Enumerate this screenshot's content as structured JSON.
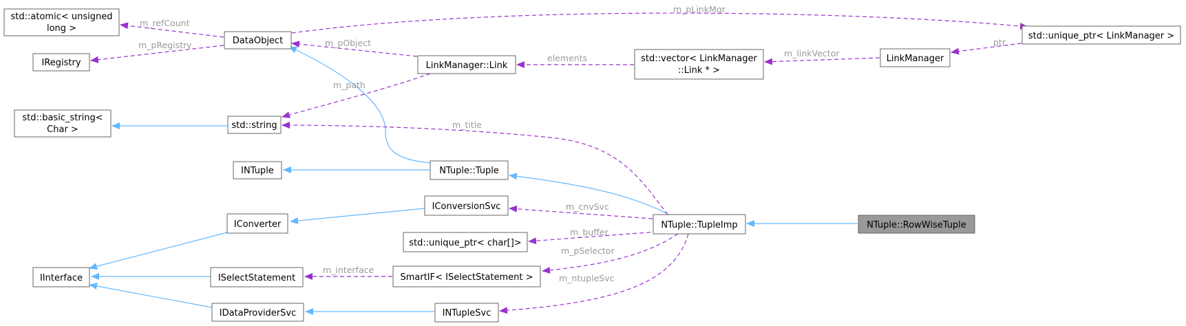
{
  "colors": {
    "inherit_edge": "#63b8ff",
    "usage_edge": "#9a32cd",
    "edge_label": "#9a9a9a",
    "node_border": "#666666",
    "focus_fill": "#999999"
  },
  "nodes": {
    "atomic": [
      "std::atomic< unsigned",
      "long >"
    ],
    "iregistry": [
      "IRegistry"
    ],
    "dataobject": [
      "DataObject"
    ],
    "basic_string": [
      "std::basic_string<",
      "Char >"
    ],
    "string": [
      "std::string"
    ],
    "intuple": [
      "INTuple"
    ],
    "iconverter": [
      "IConverter"
    ],
    "iinterface": [
      "IInterface"
    ],
    "iselectstatement": [
      "ISelectStatement"
    ],
    "idataprovidersvc": [
      "IDataProviderSvc"
    ],
    "linkmanager_link": [
      "LinkManager::Link"
    ],
    "ntuple_tuple": [
      "NTuple::Tuple"
    ],
    "iconversionsvc": [
      "IConversionSvc"
    ],
    "unique_ptr_char": [
      "std::unique_ptr< char[]>"
    ],
    "smartif": [
      "SmartIF< ISelectStatement >"
    ],
    "intuplesvc": [
      "INTupleSvc"
    ],
    "vector_link": [
      "std::vector< LinkManager",
      "::Link * >"
    ],
    "tupleimp": [
      "NTuple::TupleImp"
    ],
    "linkmanager": [
      "LinkManager"
    ],
    "unique_ptr_lm": [
      "std::unique_ptr< LinkManager >"
    ],
    "rowwisetuple": [
      "NTuple::RowWiseTuple"
    ]
  },
  "edge_labels": {
    "m_refCount": "m_refCount",
    "m_pRegistry": "m_pRegistry",
    "m_pLinkMgr": "m_pLinkMgr",
    "m_pObject": "m_pObject",
    "elements": "elements",
    "m_linkVector": "m_linkVector",
    "ptr": "ptr",
    "m_path": "m_path",
    "m_title": "m_title",
    "m_cnvSvc": "m_cnvSvc",
    "m_buffer": "m_buffer",
    "m_pSelector": "m_pSelector",
    "m_interface": "m_interface",
    "m_ntupleSvc": "m_ntupleSvc"
  }
}
